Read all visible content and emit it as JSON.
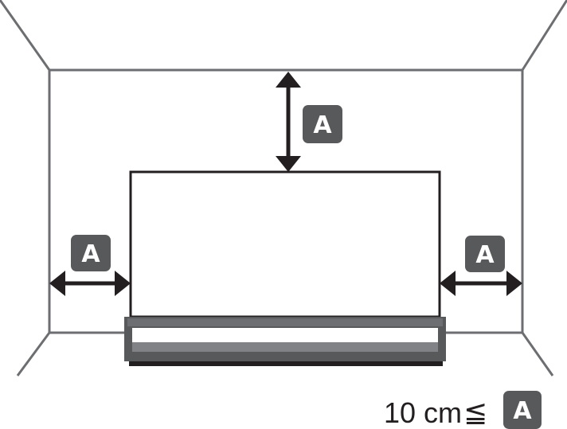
{
  "clearance_label": "A",
  "legend": {
    "value": "10 cm",
    "symbol": "≦",
    "label": "A"
  },
  "colors": {
    "line": "#6d6e71",
    "dark": "#231f20",
    "badge_fill": "#58595b",
    "stand_fill": "#58595b",
    "stand_base": "#231f20"
  }
}
